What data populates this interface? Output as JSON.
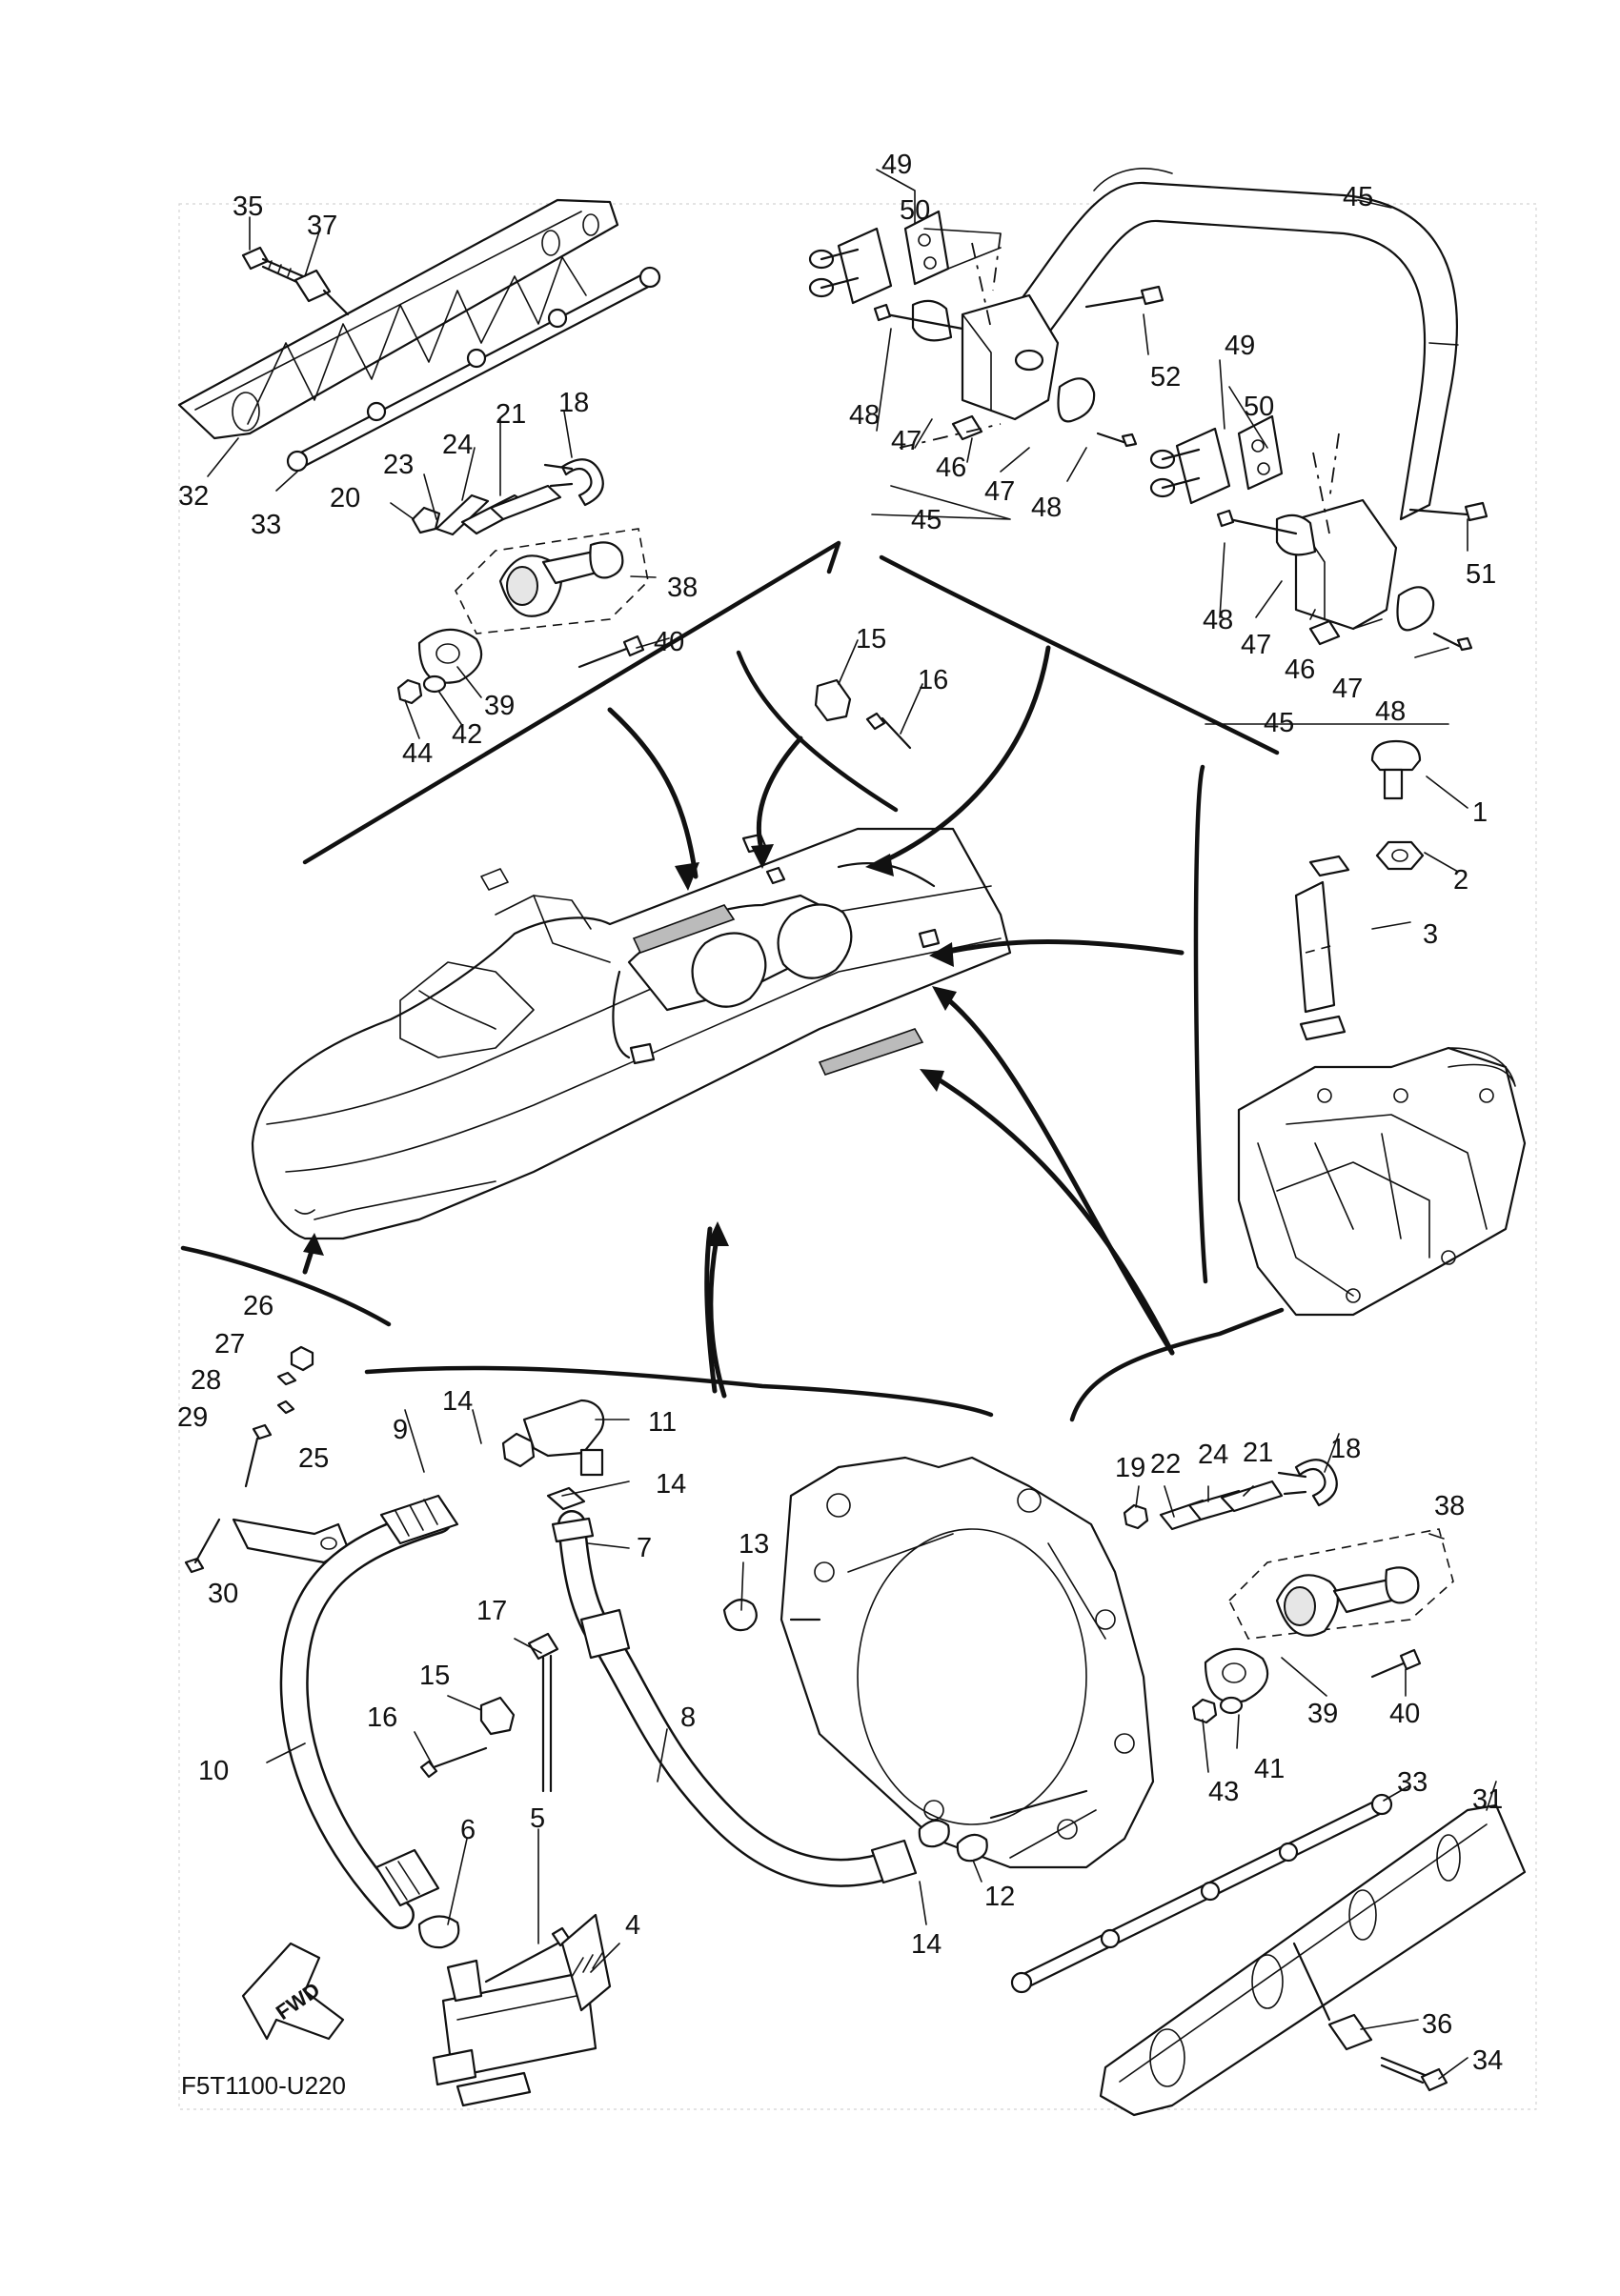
{
  "diagram_code": "F5T1100-U220",
  "fwd_label": "FWD",
  "callouts": [
    {
      "id": "c35",
      "text": "35"
    },
    {
      "id": "c37",
      "text": "37"
    },
    {
      "id": "c32",
      "text": "32"
    },
    {
      "id": "c33a",
      "text": "33"
    },
    {
      "id": "c23a",
      "text": "23"
    },
    {
      "id": "c24a",
      "text": "24"
    },
    {
      "id": "c21a",
      "text": "21"
    },
    {
      "id": "c18a",
      "text": "18"
    },
    {
      "id": "c20",
      "text": "20"
    },
    {
      "id": "c38a",
      "text": "38"
    },
    {
      "id": "c40a",
      "text": "40"
    },
    {
      "id": "c39a",
      "text": "39"
    },
    {
      "id": "c42",
      "text": "42"
    },
    {
      "id": "c44",
      "text": "44"
    },
    {
      "id": "c49a",
      "text": "49"
    },
    {
      "id": "c50a",
      "text": "50"
    },
    {
      "id": "c45a",
      "text": "45"
    },
    {
      "id": "c52",
      "text": "52"
    },
    {
      "id": "c48a",
      "text": "48"
    },
    {
      "id": "c47a",
      "text": "47"
    },
    {
      "id": "c46a",
      "text": "46"
    },
    {
      "id": "c47b",
      "text": "47"
    },
    {
      "id": "c48b",
      "text": "48"
    },
    {
      "id": "c45b",
      "text": "45"
    },
    {
      "id": "c49b",
      "text": "49"
    },
    {
      "id": "c50b",
      "text": "50"
    },
    {
      "id": "c51",
      "text": "51"
    },
    {
      "id": "c48c",
      "text": "48"
    },
    {
      "id": "c47c",
      "text": "47"
    },
    {
      "id": "c46b",
      "text": "46"
    },
    {
      "id": "c47d",
      "text": "47"
    },
    {
      "id": "c48d",
      "text": "48"
    },
    {
      "id": "c45c",
      "text": "45"
    },
    {
      "id": "c15a",
      "text": "15"
    },
    {
      "id": "c16a",
      "text": "16"
    },
    {
      "id": "c1",
      "text": "1"
    },
    {
      "id": "c2",
      "text": "2"
    },
    {
      "id": "c3",
      "text": "3"
    },
    {
      "id": "c26",
      "text": "26"
    },
    {
      "id": "c27",
      "text": "27"
    },
    {
      "id": "c28",
      "text": "28"
    },
    {
      "id": "c29",
      "text": "29"
    },
    {
      "id": "c25",
      "text": "25"
    },
    {
      "id": "c30",
      "text": "30"
    },
    {
      "id": "c9",
      "text": "9"
    },
    {
      "id": "c14a",
      "text": "14"
    },
    {
      "id": "c11",
      "text": "11"
    },
    {
      "id": "c14b",
      "text": "14"
    },
    {
      "id": "c7",
      "text": "7"
    },
    {
      "id": "c13",
      "text": "13"
    },
    {
      "id": "c17",
      "text": "17"
    },
    {
      "id": "c15b",
      "text": "15"
    },
    {
      "id": "c16b",
      "text": "16"
    },
    {
      "id": "c10",
      "text": "10"
    },
    {
      "id": "c8",
      "text": "8"
    },
    {
      "id": "c6",
      "text": "6"
    },
    {
      "id": "c5",
      "text": "5"
    },
    {
      "id": "c4",
      "text": "4"
    },
    {
      "id": "c14c",
      "text": "14"
    },
    {
      "id": "c12",
      "text": "12"
    },
    {
      "id": "c19",
      "text": "19"
    },
    {
      "id": "c22",
      "text": "22"
    },
    {
      "id": "c24b",
      "text": "24"
    },
    {
      "id": "c21b",
      "text": "21"
    },
    {
      "id": "c18b",
      "text": "18"
    },
    {
      "id": "c38b",
      "text": "38"
    },
    {
      "id": "c39b",
      "text": "39"
    },
    {
      "id": "c40b",
      "text": "40"
    },
    {
      "id": "c43",
      "text": "43"
    },
    {
      "id": "c41",
      "text": "41"
    },
    {
      "id": "c33b",
      "text": "33"
    },
    {
      "id": "c31",
      "text": "31"
    },
    {
      "id": "c36",
      "text": "36"
    },
    {
      "id": "c34",
      "text": "34"
    }
  ]
}
